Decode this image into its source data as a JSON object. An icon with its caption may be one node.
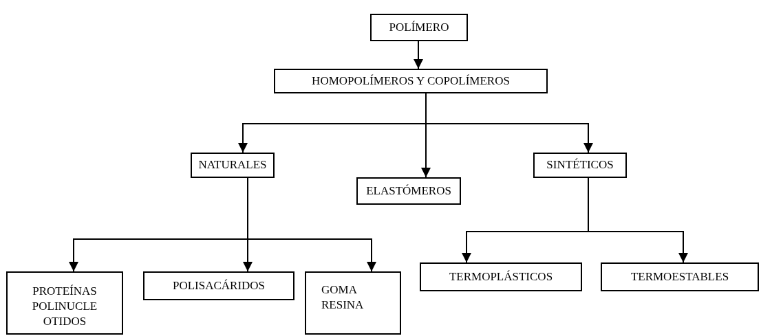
{
  "diagram": {
    "nodes": [
      {
        "text": [
          "POLÍMERO"
        ]
      },
      {
        "text": [
          "HOMOPOLÍMEROS Y COPOLÍMEROS"
        ]
      },
      {
        "text": [
          "NATURALES"
        ]
      },
      {
        "text": [
          "ELASTÓMEROS"
        ]
      },
      {
        "text": [
          "SINTÉTICOS"
        ]
      },
      {
        "text": [
          "PROTEÍNAS POLINUCLE OTIDOS"
        ]
      },
      {
        "text": [
          "POLISACÁRIDOS"
        ]
      },
      {
        "text": [
          "GOMA RESINA"
        ]
      },
      {
        "text": [
          "TERMOPLÁSTICOS"
        ]
      },
      {
        "text": [
          "TERMOESTABLES"
        ]
      }
    ],
    "edges": [
      {
        "from": 0,
        "to": 1,
        "arrow": "to"
      },
      {
        "from": 1,
        "to": 2,
        "arrow": "to"
      },
      {
        "from": 1,
        "to": 3,
        "arrow": "to"
      },
      {
        "from": 1,
        "to": 4,
        "arrow": "to"
      },
      {
        "from": 2,
        "to": 5,
        "arrow": "to"
      },
      {
        "from": 2,
        "to": 6,
        "arrow": "to"
      },
      {
        "from": 2,
        "to": 7,
        "arrow": "to"
      },
      {
        "from": 4,
        "to": 8,
        "arrow": "to"
      },
      {
        "from": 4,
        "to": 9,
        "arrow": "to"
      }
    ]
  }
}
